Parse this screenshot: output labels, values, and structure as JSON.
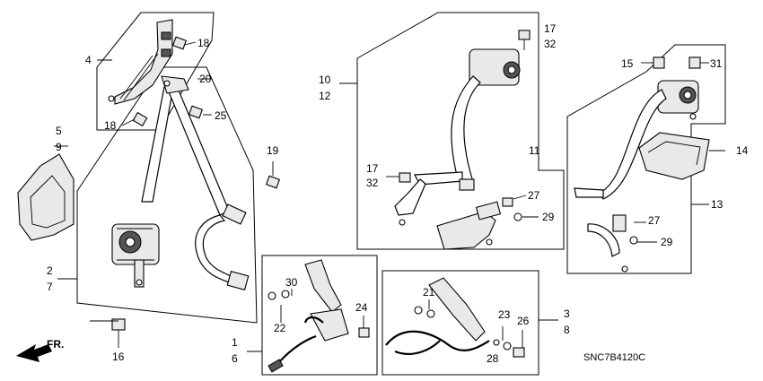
{
  "diagram": {
    "code": "SNC7B4120C",
    "front_label": "FR."
  },
  "callouts": {
    "c1": "1",
    "c2": "2",
    "c3": "3",
    "c4": "4",
    "c5": "5",
    "c6": "6",
    "c7": "7",
    "c8": "8",
    "c9": "9",
    "c10": "10",
    "c11": "11",
    "c12": "12",
    "c13": "13",
    "c14": "14",
    "c15": "15",
    "c16": "16",
    "c17a": "17",
    "c17b": "17",
    "c18a": "18",
    "c18b": "18",
    "c19": "19",
    "c20": "20",
    "c21": "21",
    "c22": "22",
    "c23": "23",
    "c24": "24",
    "c25": "25",
    "c26": "26",
    "c27a": "27",
    "c27b": "27",
    "c28": "28",
    "c29a": "29",
    "c29b": "29",
    "c30": "30",
    "c31": "31",
    "c32a": "32",
    "c32b": "32"
  }
}
